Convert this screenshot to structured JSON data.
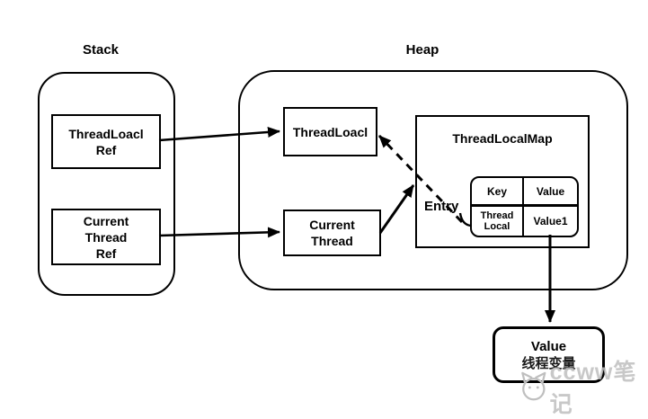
{
  "diagram": {
    "stack": {
      "label": "Stack",
      "threadlocal_ref": "ThreadLoacl\nRef",
      "current_thread_ref": "Current\nThread\nRef"
    },
    "heap": {
      "label": "Heap",
      "threadlocal": "ThreadLoacl",
      "current_thread": "Current\nThread",
      "map": {
        "title": "ThreadLocalMap",
        "entry_label": "Entry",
        "table": {
          "key_header": "Key",
          "value_header": "Value",
          "key_cell": "Thread\nLocal",
          "value_cell": "Value1"
        }
      }
    },
    "value_box": {
      "line1": "Value",
      "line2": "线程变量"
    },
    "watermark": "ccww笔记",
    "colors": {
      "line": "#000000",
      "background": "#ffffff",
      "watermark": "#bfbfbf"
    }
  }
}
